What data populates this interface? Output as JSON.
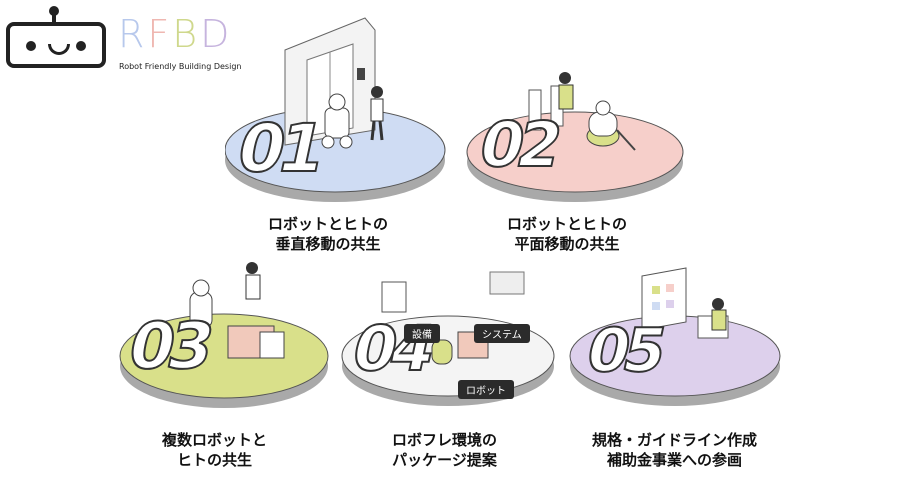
{
  "logo": {
    "letters": [
      "R",
      "F",
      "B",
      "D"
    ],
    "tagline": "Robot Friendly Building Design"
  },
  "colors": {
    "blue": "#cfdcf3",
    "pink": "#f6cfca",
    "green": "#d9e08a",
    "white": "#f4f4f4",
    "purple": "#ddd0ec"
  },
  "items": [
    {
      "number": "01",
      "line1": "ロボットとヒトの",
      "line2": "垂直移動の共生"
    },
    {
      "number": "02",
      "line1": "ロボットとヒトの",
      "line2": "平面移動の共生"
    },
    {
      "number": "03",
      "line1": "複数ロボットと",
      "line2": "ヒトの共生"
    },
    {
      "number": "04",
      "line1": "ロボフレ環境の",
      "line2": "パッケージ提案"
    },
    {
      "number": "05",
      "line1": "規格・ガイドライン作成",
      "line2": "補助金事業への参画"
    }
  ],
  "tags": {
    "equipment": "設備",
    "system": "システム",
    "robot": "ロボット"
  }
}
